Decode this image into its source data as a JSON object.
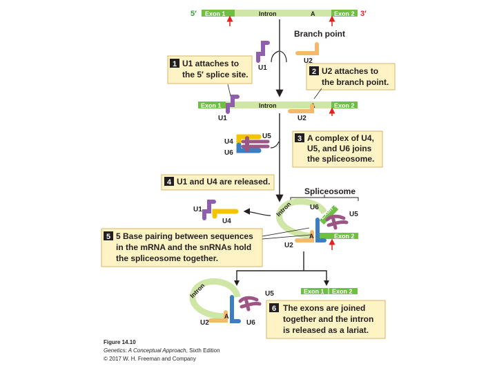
{
  "colors": {
    "exon": "#6fbf44",
    "intron": "#cfe6a6",
    "u1": "#8f5fae",
    "u2": "#f4b96b",
    "u4": "#f3c500",
    "u5": "#9c5684",
    "u6": "#3b7ec1",
    "box": "#fdf3c4",
    "box_border": "#d6b46a",
    "arrow_red": "#e3201b",
    "prime_green": "#3a9a3e",
    "prime_red": "#d7262d"
  },
  "top_rna": {
    "five_prime": "5′",
    "three_prime": "3′",
    "exon1": "Exon 1",
    "intron": "Intron",
    "branch_a": "A",
    "exon2": "Exon 2",
    "branch_point_label": "Branch point"
  },
  "labels": {
    "u1": "U1",
    "u2": "U2",
    "u4": "U4",
    "u5": "U5",
    "u6": "U6",
    "a": "A",
    "intron": "Intron",
    "exon1": "Exon 1",
    "exon2": "Exon 2",
    "spliceosome": "Spliceosome"
  },
  "steps": [
    {
      "num": "1",
      "line1": "U1 attaches to",
      "line2": "the 5′ splice site.",
      "line3": ""
    },
    {
      "num": "2",
      "line1": "U2 attaches to",
      "line2": "the branch point.",
      "line3": ""
    },
    {
      "num": "3",
      "line1": "A complex of U4,",
      "line2": "U5, and U6 joins",
      "line3": "the spliceosome."
    },
    {
      "num": "4",
      "line1": "U1 and U4 are released.",
      "line2": "",
      "line3": ""
    },
    {
      "num": "5",
      "line1": "5 Base pairing between sequences",
      "line2": "in the mRNA and the snRNAs hold",
      "line3": "the spliceosome together."
    },
    {
      "num": "6",
      "line1": "The exons are joined",
      "line2": "together and the intron",
      "line3": "is released as a lariat."
    }
  ],
  "caption": {
    "figure": "Figure 14.10",
    "book": "Genetics: A Conceptual Approach",
    "edition": ", Sixth Edition",
    "copyright": "© 2017 W. H. Freeman and Company"
  }
}
